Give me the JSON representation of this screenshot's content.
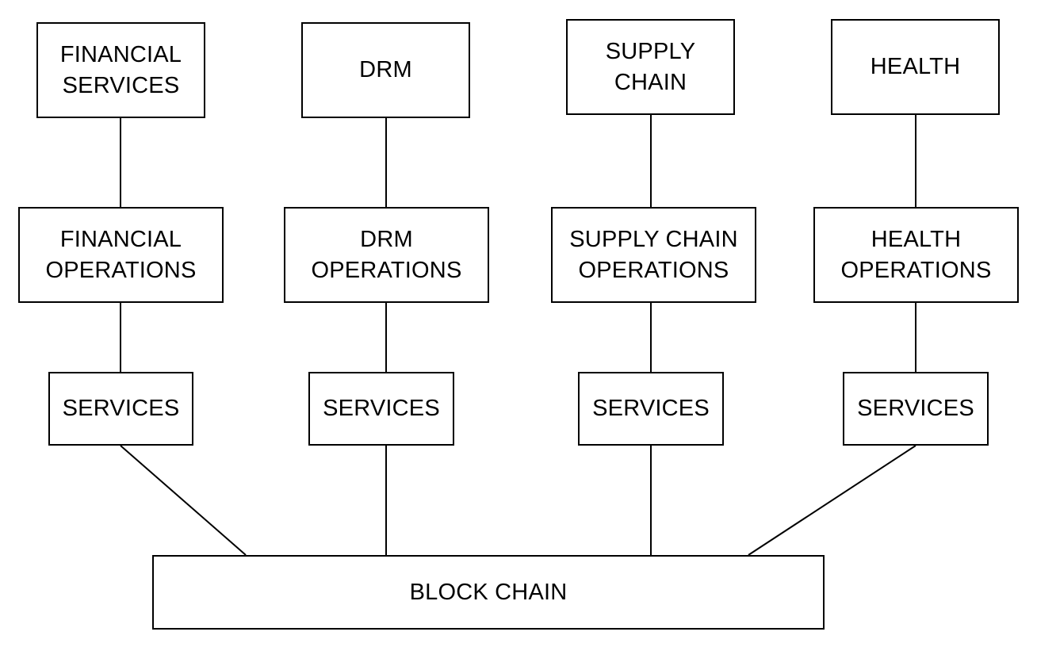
{
  "diagram": {
    "domains": [
      {
        "id": "financial",
        "domain_label": "FINANCIAL\nSERVICES",
        "operations_label": "FINANCIAL\nOPERATIONS",
        "services_label": "SERVICES"
      },
      {
        "id": "drm",
        "domain_label": "DRM",
        "operations_label": "DRM\nOPERATIONS",
        "services_label": "SERVICES"
      },
      {
        "id": "supply_chain",
        "domain_label": "SUPPLY\nCHAIN",
        "operations_label": "SUPPLY CHAIN\nOPERATIONS",
        "services_label": "SERVICES"
      },
      {
        "id": "health",
        "domain_label": "HEALTH",
        "operations_label": "HEALTH\nOPERATIONS",
        "services_label": "SERVICES"
      }
    ],
    "base_label": "BLOCK CHAIN",
    "colors": {
      "stroke": "#000000",
      "fill": "#ffffff",
      "text": "#000000"
    }
  }
}
